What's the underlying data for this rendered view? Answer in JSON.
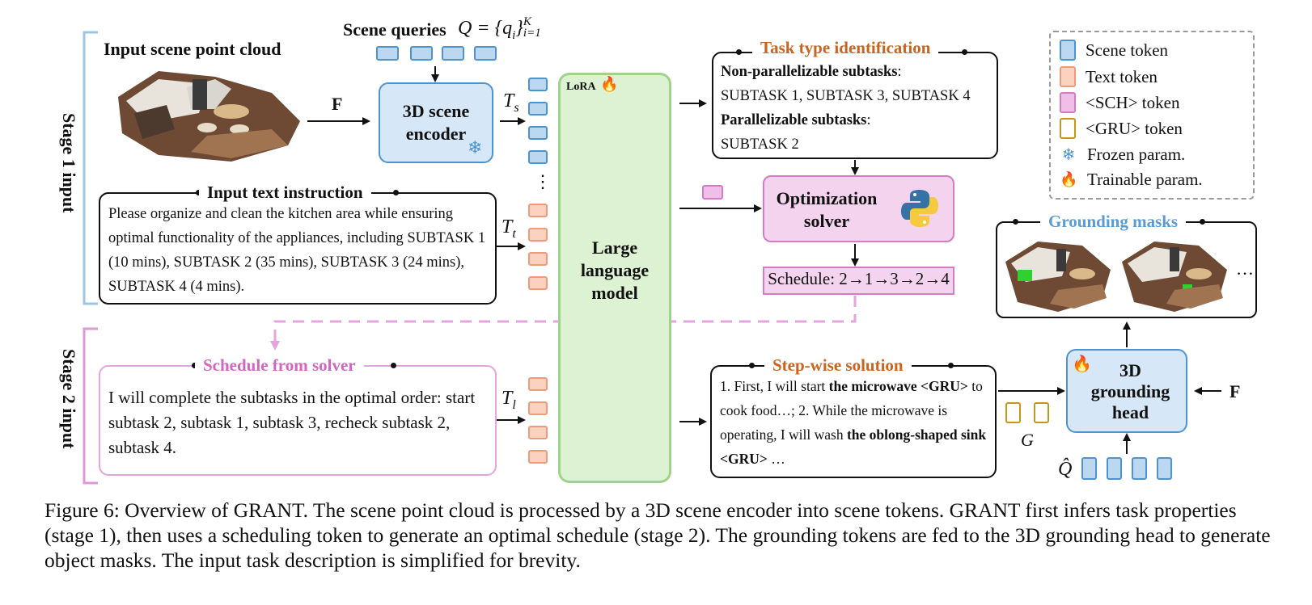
{
  "stage1_label": "Stage 1 input",
  "stage2_label": "Stage 2 input",
  "point_cloud_title": "Input scene point cloud",
  "scene_queries_label": "Scene queries",
  "scene_queries_formula": "Q = {q",
  "scene_queries_sub": "i",
  "scene_queries_close": "}",
  "scene_queries_supsub_top": "K",
  "scene_queries_supsub_bottom": "i=1",
  "F_label": "F",
  "encoder_label": "3D scene encoder",
  "Ts_label": "T",
  "Ts_sub": "s",
  "Tt_label": "T",
  "Tt_sub": "t",
  "Tl_label": "T",
  "Tl_sub": "l",
  "vdots": "⋮",
  "lora_label": "LoRA",
  "llm_label": "Large language model",
  "text_instruction": {
    "title": "Input text instruction",
    "body": "Please organize and clean the kitchen area while ensuring optimal functionality of the appliances, including SUBTASK 1 (10 mins), SUBTASK 2 (35 mins), SUBTASK 3 (24 mins), SUBTASK 4 (4 mins)."
  },
  "task_type": {
    "title": "Task type identification",
    "line1": "Non-parallelizable subtasks",
    "line1_colon": ":",
    "line2": "SUBTASK 1, SUBTASK 3, SUBTASK 4",
    "line3": "Parallelizable subtasks",
    "line3_colon": ":",
    "line4": "SUBTASK 2"
  },
  "solver_label": "Optimization solver",
  "schedule_label": "Schedule: 2→1→3→2→4",
  "schedule_from_solver": {
    "title": "Schedule from solver",
    "body": "I will complete the subtasks in the optimal order: start subtask 2, subtask 1, subtask 3, recheck subtask 2, subtask 4."
  },
  "stepwise": {
    "title": "Step-wise solution",
    "p1": "1. First, I will start ",
    "p2": "the microwave <GRU>",
    "p3": " to cook food…; 2. While the microwave is operating, I will wash ",
    "p4": "the oblong-shaped sink <GRU>",
    "p5": " …"
  },
  "G_label": "G",
  "grounding_head_label": "3D grounding head",
  "qhat_label": "Q̂",
  "grounding_masks_title": "Grounding masks",
  "ellipsis": "…",
  "legend": [
    {
      "label": "Scene token",
      "kind": "scene"
    },
    {
      "label": "Text token",
      "kind": "text"
    },
    {
      "label": "<SCH> token",
      "kind": "sch"
    },
    {
      "label": "<GRU> token",
      "kind": "gru"
    },
    {
      "label": "Frozen param.",
      "kind": "frozen"
    },
    {
      "label": "Trainable param.",
      "kind": "trainable"
    }
  ],
  "caption": "Figure 6: Overview of GRANT. The scene point cloud is processed by a 3D scene encoder into scene tokens. GRANT first infers task properties (stage 1), then uses a scheduling token to generate an optimal schedule (stage 2). The grounding tokens are fed to the 3D grounding head to generate object masks. The input task description is simplified for brevity.",
  "colors": {
    "blue": "#4e93d0",
    "blue_fill": "#d6e8f7",
    "pink": "#d27cc6",
    "pink_fill": "#f3d3ee",
    "green": "#9fd38d",
    "green_fill": "#dcf2d2",
    "orange_title": "#c8641e",
    "pink_title": "#d066c0",
    "blue_title": "#5a9bd4"
  }
}
